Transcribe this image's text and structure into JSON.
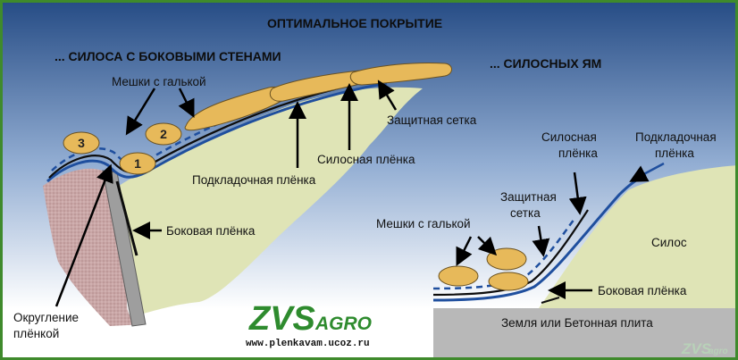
{
  "title": "ОПТИМАЛЬНОЕ ПОКРЫТИЕ",
  "left_diagram": {
    "heading": "... СИЛОСА С БОКОВЫМИ СТЕНАМИ",
    "bag_numbers": [
      "1",
      "2",
      "3"
    ],
    "labels": {
      "gravel_bags": "Мешки с галькой",
      "protective_net": "Защитная сетка",
      "silage_film": "Силосная плёнка",
      "underlay_film": "Подкладочная плёнка",
      "side_film": "Боковая плёнка",
      "rounding_line1": "Округление",
      "rounding_line2": "плёнкой"
    }
  },
  "right_diagram": {
    "heading": "... СИЛОСНЫХ ЯМ",
    "labels": {
      "silage_film_line1": "Силосная",
      "silage_film_line2": "плёнка",
      "underlay_film_line1": "Подкладочная",
      "underlay_film_line2": "плёнка",
      "protective_net_line1": "Защитная",
      "protective_net_line2": "сетка",
      "gravel_bags": "Мешки с галькой",
      "silo": "Силос",
      "side_film": "Боковая плёнка",
      "ground": "Земля или Бетонная плита"
    }
  },
  "logo": {
    "main": "ZVS",
    "sub": "AGRO",
    "url": "www.plenkavam.ucoz.ru"
  },
  "corner_logo": {
    "main": "ZVS",
    "sub": "agro"
  },
  "colors": {
    "sky_top": "#274d86",
    "sky_bottom": "#ffffff",
    "silage": "#dfe4b6",
    "wall": "#9e9e9e",
    "earth": "#c9a6a6",
    "bag": "#e7b95a",
    "film_blue": "#1f4f9e",
    "ground": "#b8b8b8",
    "frame": "#3f8a2c",
    "logo_green": "#2e8b2e"
  }
}
